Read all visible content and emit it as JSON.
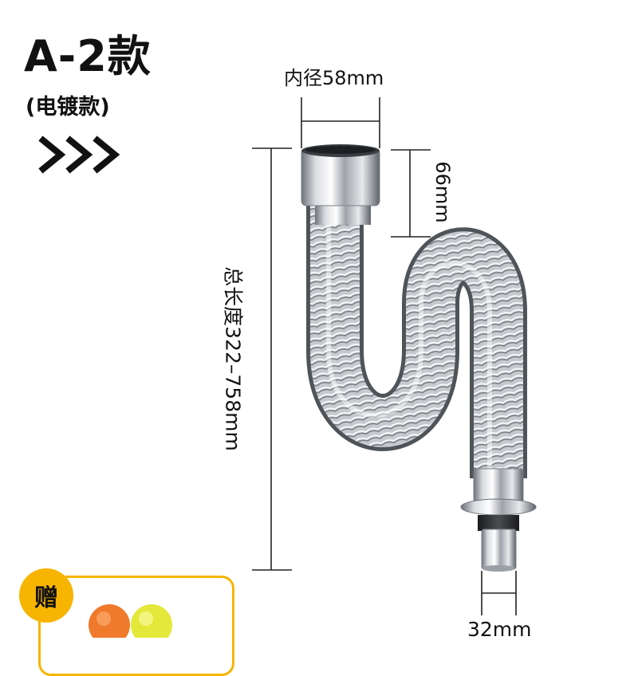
{
  "product": {
    "model_title": "A-2款",
    "finish_label": "(电镀款)"
  },
  "dimensions": {
    "inner_diameter": "内径58mm",
    "fitting_height": "66mm",
    "total_length": "总长度322–758mm",
    "outlet_diameter": "32mm"
  },
  "gift": {
    "badge_label": "赠"
  },
  "icons": {
    "arrows": "chevron-right-icon"
  },
  "colors": {
    "accent": "#f7b400",
    "chrome": "#c9ccd1",
    "text": "#111111"
  }
}
